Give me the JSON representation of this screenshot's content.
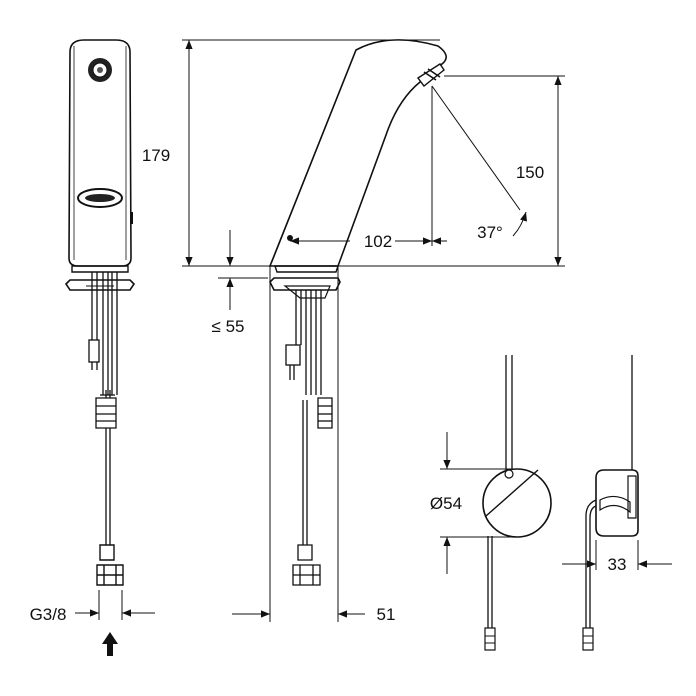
{
  "dimensions": {
    "height_total": "179",
    "height_sensor": "150",
    "reach": "102",
    "angle": "37°",
    "max_deck": "≤ 55",
    "thread": "G3/8",
    "width": "51",
    "control_diameter": "Ø54",
    "control_depth": "33"
  }
}
